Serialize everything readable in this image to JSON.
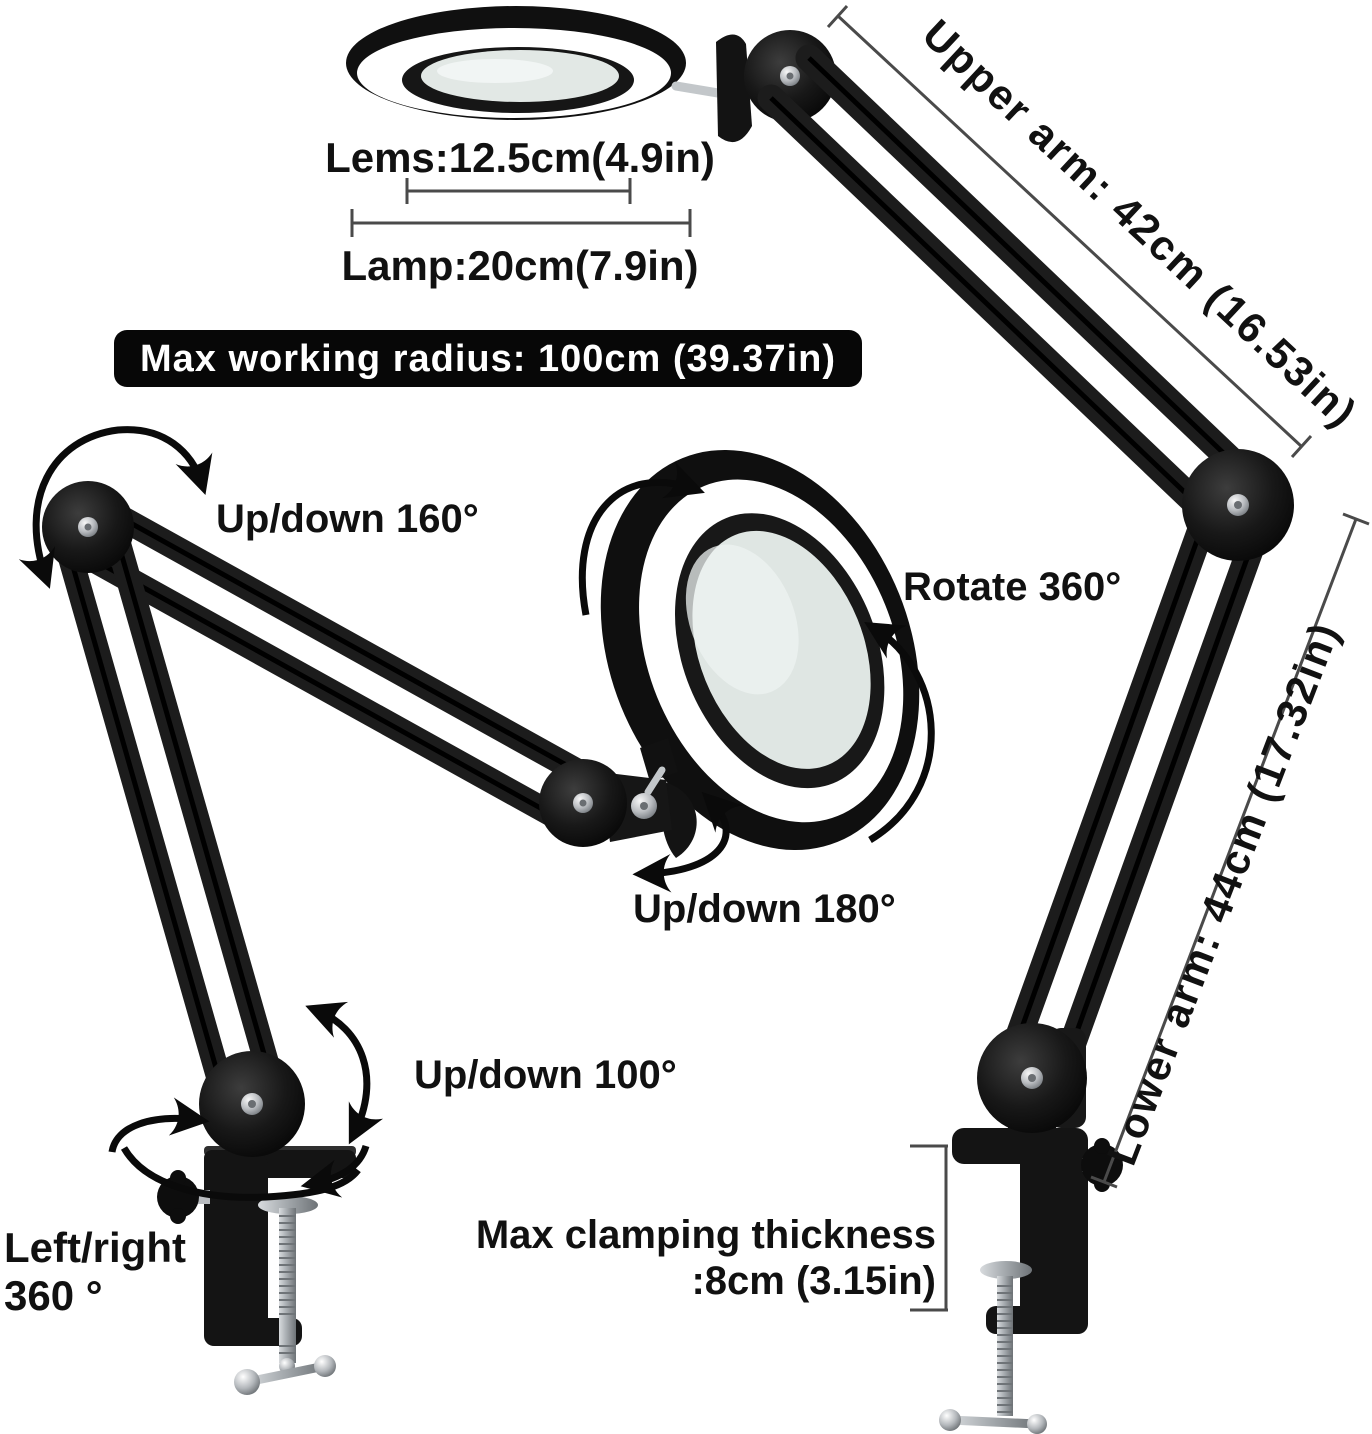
{
  "labels": {
    "lens_dim": "Lems:12.5cm(4.9in)",
    "lamp_dim": "Lamp:20cm(7.9in)",
    "max_radius": "Max working radius: 100cm (39.37in)",
    "upper_arm": "Upper arm: 42cm (16.53in)",
    "lower_arm": "Lower arm: 44cm (17.32in)",
    "up_down_160": "Up/down 160°",
    "rotate_360": "Rotate 360°",
    "up_down_180": "Up/down 180°",
    "up_down_100": "Up/down 100°",
    "left_right_line1": "Left/right",
    "left_right_line2": "360 °",
    "clamp_line1": "Max clamping thickness",
    "clamp_line2": ":8cm (3.15in)"
  },
  "colors": {
    "background": "#ffffff",
    "ink": "#111111",
    "banner_bg": "#070707",
    "banner_text": "#ffffff",
    "dim_line": "#4a4a4a",
    "lamp_body": "#141414",
    "metal": "#b9bcc0",
    "glass": "#dfe6e3"
  }
}
